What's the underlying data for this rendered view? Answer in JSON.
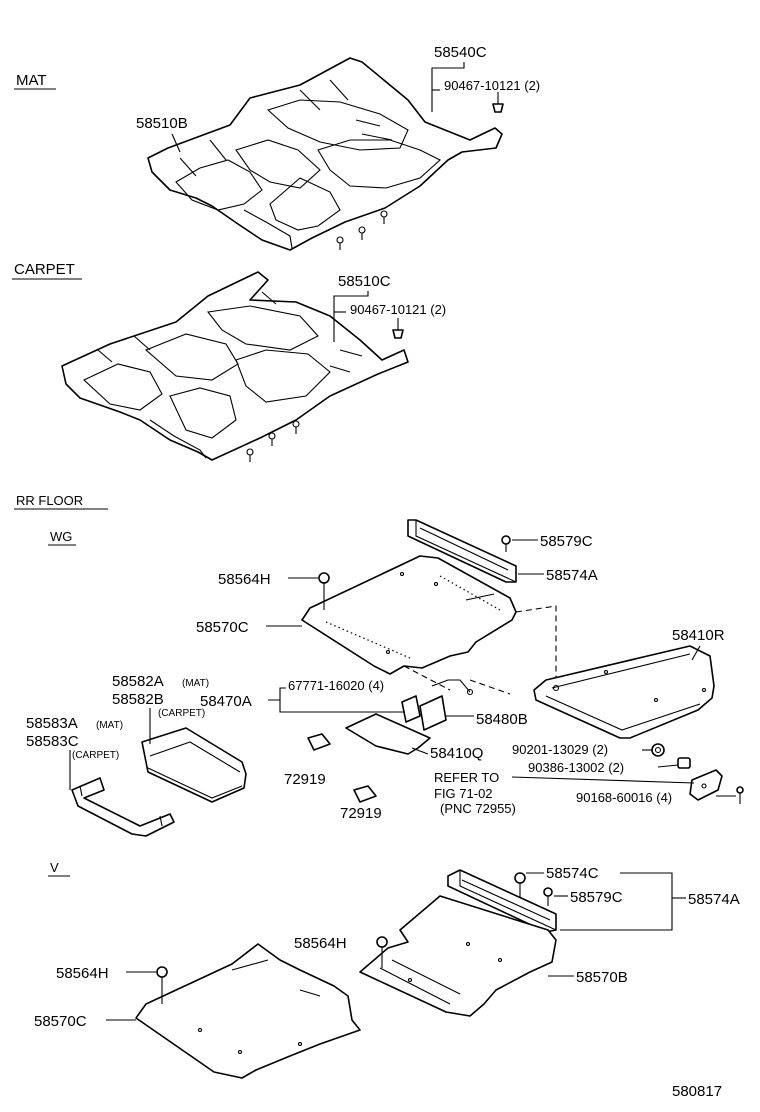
{
  "sections": {
    "mat": "MAT",
    "carpet": "CARPET",
    "rr_floor": "RR FLOOR",
    "wg": "WG",
    "v": "V"
  },
  "labels": {
    "p58540C": "58540C",
    "p90467_mat": "90467-10121 (2)",
    "p58510B": "58510B",
    "p58510C": "58510C",
    "p90467_carpet": "90467-10121 (2)",
    "p58579C_wg": "58579C",
    "p58574A_wg": "58574A",
    "p58564H_wg": "58564H",
    "p58570C_wg": "58570C",
    "p58410R": "58410R",
    "p58582A": "58582A",
    "p58582A_note": "(MAT)",
    "p58582B": "58582B",
    "p58582B_note": "(CARPET)",
    "p58470A": "58470A",
    "p67771": "67771-16020 (4)",
    "p58480B": "58480B",
    "p58583A": "58583A",
    "p58583A_note": "(MAT)",
    "p58583C": "58583C",
    "p58583C_note": "(CARPET)",
    "p58410Q": "58410Q",
    "p90201": "90201-13029 (2)",
    "p90386": "90386-13002 (2)",
    "refer1": "REFER TO",
    "refer2": "FIG 71-02",
    "refer3": "(PNC 72955)",
    "p90168": "90168-60016 (4)",
    "p72919_a": "72919",
    "p72919_b": "72919",
    "p58574C_v": "58574C",
    "p58579C_v": "58579C",
    "p58574A_v": "58574A",
    "p58564H_v1": "58564H",
    "p58570B_v": "58570B",
    "p58564H_v2": "58564H",
    "p58570C_v": "58570C",
    "figure_no": "580817"
  }
}
